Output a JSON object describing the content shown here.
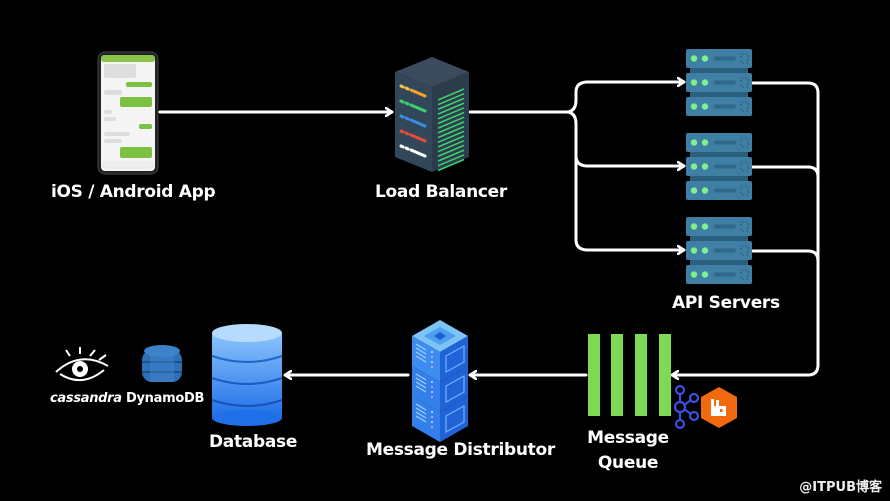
{
  "diagram": {
    "title": "Chat system architecture",
    "nodes": {
      "client": {
        "label": "iOS / Android App",
        "icon": "smartphone-chat-icon"
      },
      "load_balancer": {
        "label": "Load Balancer",
        "icon": "server-rack-icon"
      },
      "api_servers": {
        "label": "API Servers",
        "icon": "server-stack-icon",
        "count": 3
      },
      "message_queue": {
        "label_line1": "Message",
        "label_line2": "Queue",
        "icon": "queue-bars-icon",
        "technologies": [
          "Kafka",
          "RabbitMQ"
        ]
      },
      "message_distributor": {
        "label": "Message Distributor",
        "icon": "server-tower-icon"
      },
      "database": {
        "label": "Database",
        "icon": "database-cylinder-icon",
        "technologies": [
          "cassandra",
          "DynamoDB"
        ]
      }
    },
    "tech_labels": {
      "cassandra": "cassandra",
      "dynamodb": "DynamoDB"
    },
    "edges": [
      {
        "from": "iOS / Android App",
        "to": "Load Balancer"
      },
      {
        "from": "Load Balancer",
        "to": "API Server 1"
      },
      {
        "from": "Load Balancer",
        "to": "API Server 2"
      },
      {
        "from": "Load Balancer",
        "to": "API Server 3"
      },
      {
        "from": "API Servers",
        "to": "Message Queue"
      },
      {
        "from": "Message Queue",
        "to": "Message Distributor"
      },
      {
        "from": "Message Distributor",
        "to": "Database"
      }
    ],
    "colors": {
      "background": "#000000",
      "arrow": "#ffffff",
      "queue_green": "#7ed957",
      "api_server_blue": "#3e7fa3",
      "led_green": "#7ff08e",
      "db_blue": "#2f83f0",
      "kafka_blue": "#3b4fe0",
      "rabbitmq_orange": "#f26a10"
    }
  },
  "watermark": "@ITPUB博客"
}
